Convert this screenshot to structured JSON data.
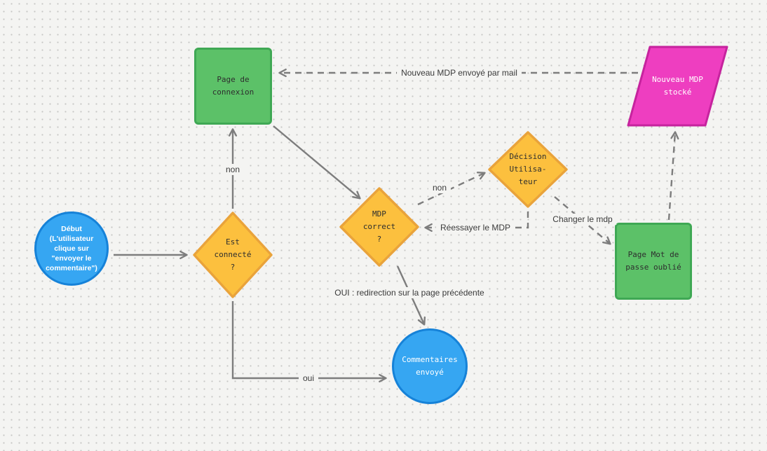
{
  "canvas": {
    "type": "flowchart-dot-grid"
  },
  "colors": {
    "canvas_bg": "#f4f4f2",
    "dot_color": "#c6c6c4",
    "edge_color": "#7d7d7d",
    "text_dark": "#2e2e2e",
    "text_light": "#ffffff",
    "terminal_fill": "#36a6f2",
    "terminal_stroke": "#1682d8",
    "process_fill": "#5cc168",
    "process_stroke": "#3fa854",
    "decision_fill": "#fcc03e",
    "decision_stroke": "#e9a33b",
    "data_fill": "#ee3ec0",
    "data_stroke": "#c6239e"
  },
  "nodes": {
    "start": {
      "label": "Début\n(L'utilisateur\nclique sur\n\"envoyer le\ncommentaire\")",
      "shape": "circle"
    },
    "est_connecte": {
      "label": "Est\nconnecté\n?",
      "shape": "diamond"
    },
    "page_connexion": {
      "label": "Page de\nconnexion",
      "shape": "rectangle"
    },
    "mdp_correct": {
      "label": "MDP\ncorrect\n?",
      "shape": "diamond"
    },
    "decision_utilisateur": {
      "label": "Décision\nUtilisa-\nteur",
      "shape": "diamond"
    },
    "page_mdp_oublie": {
      "label": "Page Mot de\npasse oublié",
      "shape": "rectangle"
    },
    "nouveau_mdp_stocke": {
      "label": "Nouveau MDP\nstocké",
      "shape": "parallelogram"
    },
    "commentaires_envoye": {
      "label": "Commentaires\nenvoyé",
      "shape": "circle"
    }
  },
  "edges": {
    "start_to_est": {
      "label": "",
      "style": "solid"
    },
    "est_to_connexion": {
      "label": "non",
      "style": "solid"
    },
    "est_to_commentaires": {
      "label": "oui",
      "style": "solid"
    },
    "connexion_to_mdp": {
      "label": "",
      "style": "solid"
    },
    "mdp_to_decision": {
      "label": "non",
      "style": "dashed"
    },
    "decision_to_mdp": {
      "label": "Réessayer le MDP",
      "style": "dashed"
    },
    "decision_to_oublie": {
      "label": "Changer le mdp",
      "style": "dashed"
    },
    "oublie_to_stocke": {
      "label": "",
      "style": "dashed"
    },
    "stocke_to_connexion": {
      "label": "Nouveau MDP envoyé par mail",
      "style": "dashed"
    },
    "mdp_to_commentaires": {
      "label": "OUI : redirection sur la page précédente",
      "style": "solid"
    }
  }
}
